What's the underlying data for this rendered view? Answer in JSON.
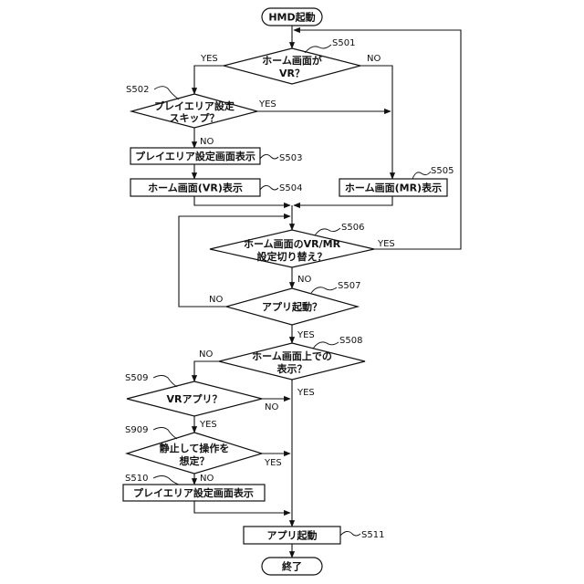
{
  "nodes": {
    "start": "HMD起動",
    "d501": [
      "ホーム画面が",
      "VR？"
    ],
    "d502": [
      "プレイエリア設定",
      "スキップ？"
    ],
    "p503": "プレイエリア設定画面表示",
    "p504": "ホーム画面(VR)表示",
    "p505": "ホーム画面(MR)表示",
    "d506": [
      "ホーム画面のVR/MR",
      "設定切り替え？"
    ],
    "d507": "アプリ起動？",
    "d508": [
      "ホーム画面上での",
      "表示？"
    ],
    "d509": "VRアプリ？",
    "d909": [
      "静止して操作を",
      "想定？"
    ],
    "p510": "プレイエリア設定画面表示",
    "p511": "アプリ起動",
    "end": "終了"
  },
  "steps": {
    "s501": "S501",
    "s502": "S502",
    "s503": "S503",
    "s504": "S504",
    "s505": "S505",
    "s506": "S506",
    "s507": "S507",
    "s508": "S508",
    "s509": "S509",
    "s909": "S909",
    "s510": "S510",
    "s511": "S511"
  },
  "labels": {
    "yes": "YES",
    "no": "NO"
  }
}
